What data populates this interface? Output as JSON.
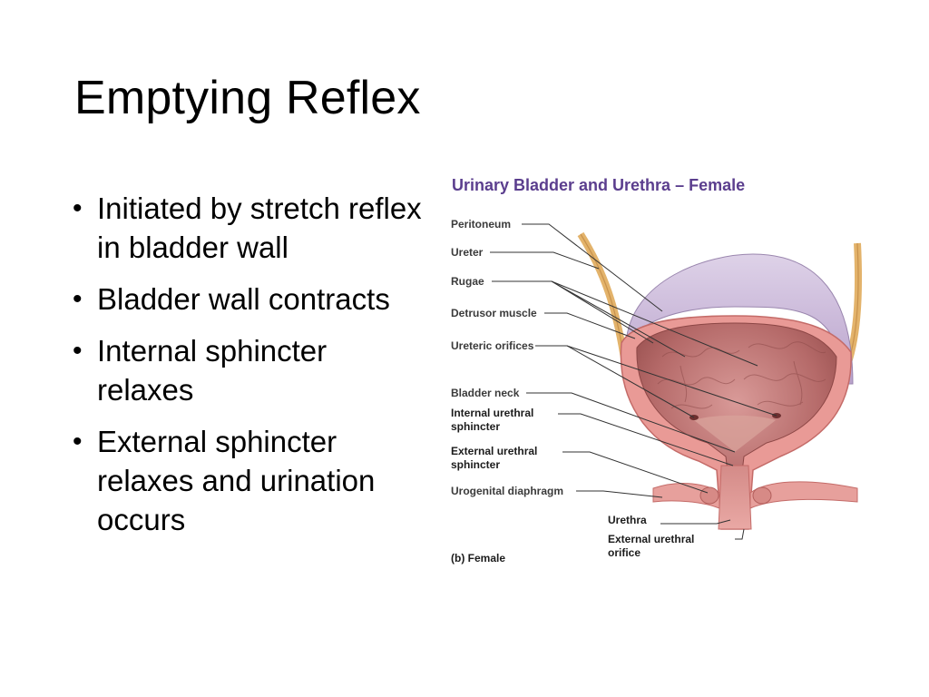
{
  "slide": {
    "title": "Emptying Reflex",
    "bullets": [
      "Initiated by stretch reflex in bladder wall",
      "Bladder wall contracts",
      "Internal sphincter relaxes",
      "External sphincter relaxes and urination occurs"
    ],
    "bullet_char": "•"
  },
  "figure": {
    "title": "Urinary Bladder and Urethra – Female",
    "labels": {
      "peritoneum": "Peritoneum",
      "ureter": "Ureter",
      "rugae": "Rugae",
      "detrusor": "Detrusor muscle",
      "ureteric_orifices": "Ureteric orifices",
      "bladder_neck": "Bladder neck",
      "internal_1": "Internal urethral",
      "internal_2": "sphincter",
      "external_1": "External urethral",
      "external_2": "sphincter",
      "urogenital": "Urogenital diaphragm",
      "urethra": "Urethra",
      "ext_orifice_1": "External urethral",
      "ext_orifice_2": "orifice",
      "panel": "(b) Female"
    },
    "colors": {
      "title": "#5b3e8e",
      "mucosa": "#b76a6a",
      "muscle": "#e99a96",
      "peritoneum": "#c9b7d8",
      "ureter": "#e3b36b"
    }
  }
}
